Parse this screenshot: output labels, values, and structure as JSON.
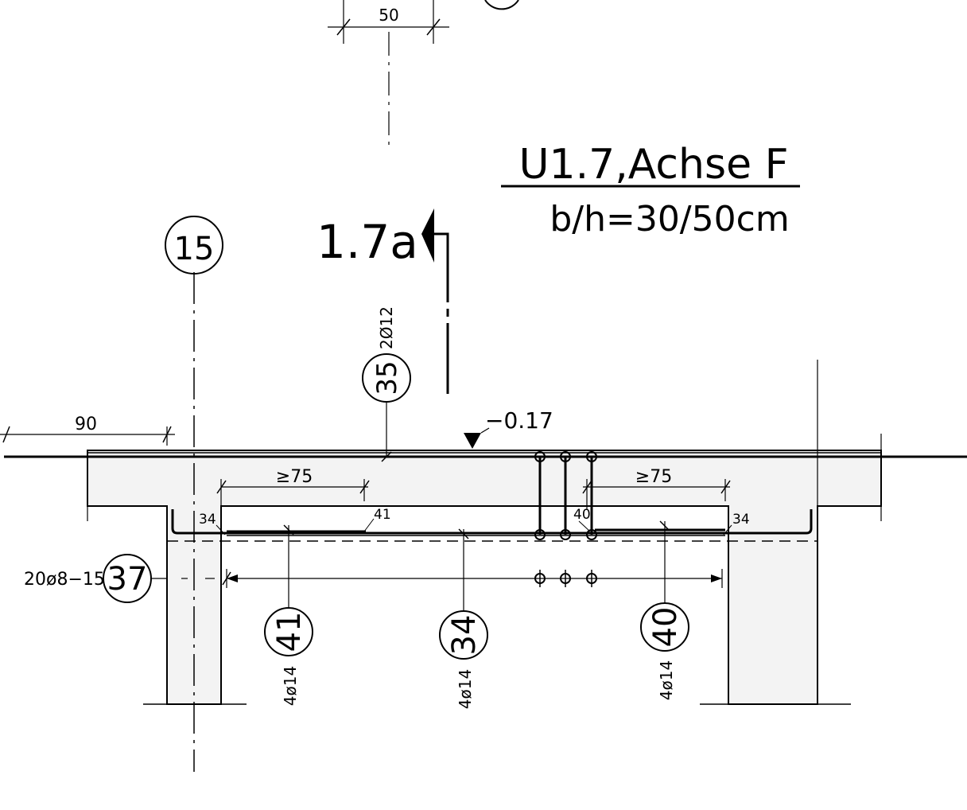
{
  "title": "U1.7,Achse F",
  "subtitle": "b/h=30/50cm",
  "section_mark": "1.7a",
  "axis_label": "15",
  "level": "−0.17",
  "dims": {
    "top_width": "50",
    "left_overhang": "90",
    "anchor_left": "≥75",
    "anchor_right": "≥75",
    "cover_left": "34",
    "cover_right": "34",
    "lap_41": "41",
    "lap_40": "40"
  },
  "bars": [
    {
      "pos": "35",
      "spec": "2Ø12"
    },
    {
      "pos": "37",
      "spec": "20ø8−15"
    },
    {
      "pos": "41",
      "spec": "4ø14"
    },
    {
      "pos": "34",
      "spec": "4ø14"
    },
    {
      "pos": "40",
      "spec": "4ø14"
    }
  ],
  "colors": {
    "concrete_fill": "#f3f3f3",
    "line": "#000000"
  }
}
